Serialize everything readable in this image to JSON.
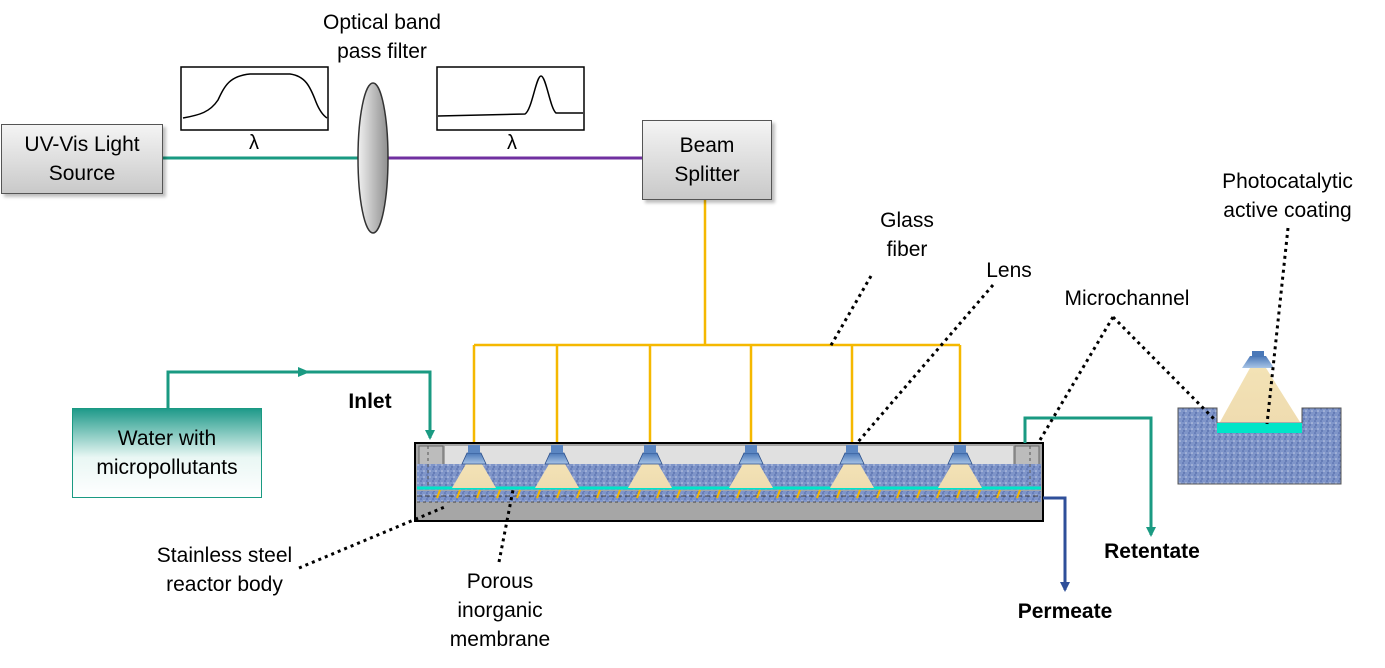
{
  "boxes": {
    "light_source": "UV-Vis Light\nSource",
    "beam_splitter": "Beam\nSplitter",
    "water": "Water with\nmicropollutants"
  },
  "labels": {
    "optical_filter": "Optical band\npass filter",
    "lambda_1": "λ",
    "lambda_2": "λ",
    "glass_fiber": "Glass\nfiber",
    "lens": "Lens",
    "microchannel": "Microchannel",
    "photocatalytic": "Photocatalytic\nactive coating",
    "inlet": "Inlet",
    "retentate": "Retentate",
    "permeate": "Permeate",
    "stainless": "Stainless steel\nreactor body",
    "membrane": "Porous\ninorganic\nmembrane"
  },
  "colors": {
    "teal_line": "#1a9a82",
    "purple_line": "#7030a0",
    "fiber": "#f5b800",
    "permeate_line": "#2f4f9a",
    "reactor_gray": "#a6a6a6",
    "membrane_blue": "#7f95c9",
    "coating": "#00e5c8"
  }
}
